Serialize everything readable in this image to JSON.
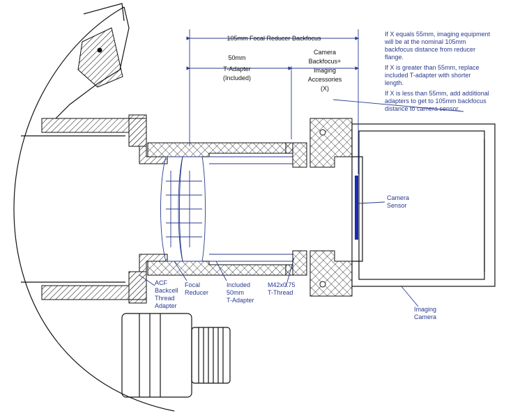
{
  "dimensions": {
    "focal_reducer_backfocus": "105mm Focal Reducer Backfocus",
    "t_adapter": [
      "50mm",
      "T-Adapter",
      "(Included)"
    ],
    "camera_backfocus": [
      "Camera",
      "Backfocus+",
      "Imaging",
      "Accessories",
      "(X)"
    ]
  },
  "notes": [
    [
      "If X equals 55mm, imaging equipment",
      "will be at the nominal 105mm",
      "backfocus distance from reducer",
      "flange."
    ],
    [
      "If X is greater than 55mm, replace",
      "included T-adapter with shorter",
      "length."
    ],
    [
      "If X is less than 55mm, add additional",
      "adapters to get to 105mm backfocus",
      "distance to camera sensor."
    ]
  ],
  "labels": {
    "acf": [
      "ACF",
      "Backcell",
      "Thread",
      "Adapter"
    ],
    "focal_reducer": [
      "Focal",
      "Reducer"
    ],
    "included_adapter": [
      "Included",
      "50mm",
      "T-Adapter"
    ],
    "thread": [
      "M42x0.75",
      "T-Thread"
    ],
    "camera_sensor": [
      "Camera",
      "Sensor"
    ],
    "imaging_camera": [
      "Imaging",
      "Camera"
    ]
  },
  "colors": {
    "ink": "#111111",
    "annotation_blue": "#2a3a8c",
    "sensor_blue": "#1a2bb8"
  }
}
